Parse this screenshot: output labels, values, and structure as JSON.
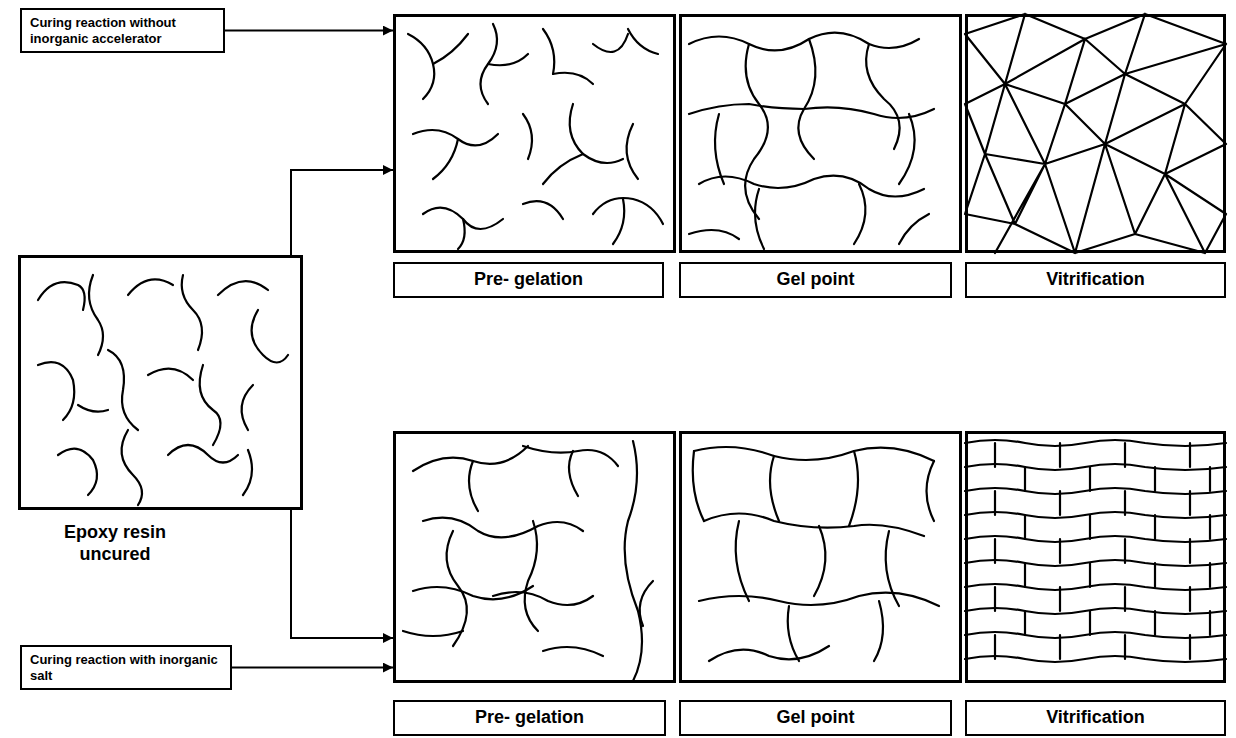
{
  "diagram": {
    "nodes": [
      {
        "text": [
          "Curing reaction without inorganic accelerator"
        ]
      },
      {
        "text": [
          "Pre- gelation"
        ]
      },
      {
        "text": [
          "Gel point"
        ]
      },
      {
        "text": [
          "Vitrification"
        ]
      },
      {
        "text": [
          "Epoxy resin uncured"
        ]
      },
      {
        "text": [
          "Pre- gelation"
        ]
      },
      {
        "text": [
          "Gel point"
        ]
      },
      {
        "text": [
          "Vitrification"
        ]
      },
      {
        "text": [
          "Curing reaction with inorganic salt"
        ]
      }
    ],
    "edges": [
      {
        "from": 0,
        "to": 1,
        "arrow": "to"
      },
      {
        "from": 4,
        "to": 1,
        "arrow": "to"
      },
      {
        "from": 4,
        "to": 5,
        "arrow": "to"
      },
      {
        "from": 8,
        "to": 5,
        "arrow": "to"
      }
    ]
  }
}
